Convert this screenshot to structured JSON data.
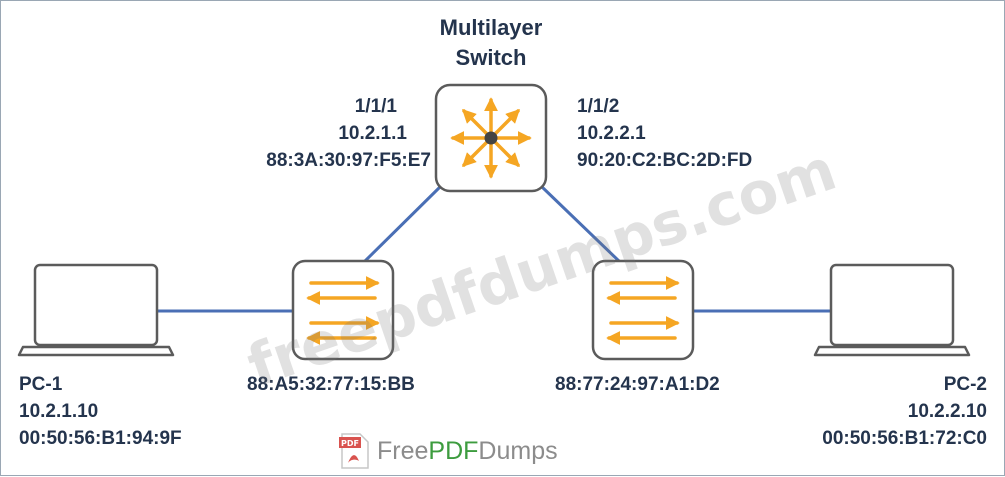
{
  "diagram": {
    "switch": {
      "title_line1": "Multilayer",
      "title_line2": "Switch",
      "left_port": {
        "port": "1/1/1",
        "ip": "10.2.1.1",
        "mac": "88:3A:30:97:F5:E7"
      },
      "right_port": {
        "port": "1/1/2",
        "ip": "10.2.2.1",
        "mac": "90:20:C2:BC:2D:FD"
      }
    },
    "left_access_switch": {
      "mac": "88:A5:32:77:15:BB"
    },
    "right_access_switch": {
      "mac": "88:77:24:97:A1:D2"
    },
    "pc1": {
      "name": "PC-1",
      "ip": "10.2.1.10",
      "mac": "00:50:56:B1:94:9F"
    },
    "pc2": {
      "name": "PC-2",
      "ip": "10.2.2.10",
      "mac": "00:50:56:B1:72:C0"
    }
  },
  "watermark": {
    "diagonal_text": "freepdfdumps.com",
    "logo_badge": "PDF",
    "logo_text_prefix": "Free",
    "logo_text_accent": "PDF",
    "logo_text_suffix": "Dumps"
  },
  "colors": {
    "text": "#24344d",
    "link": "#4a6fb5",
    "device_outline": "#5b5b5b",
    "arrow": "#f5a623"
  },
  "icons": [
    "multilayer-switch-icon",
    "access-switch-icon",
    "laptop-icon"
  ]
}
